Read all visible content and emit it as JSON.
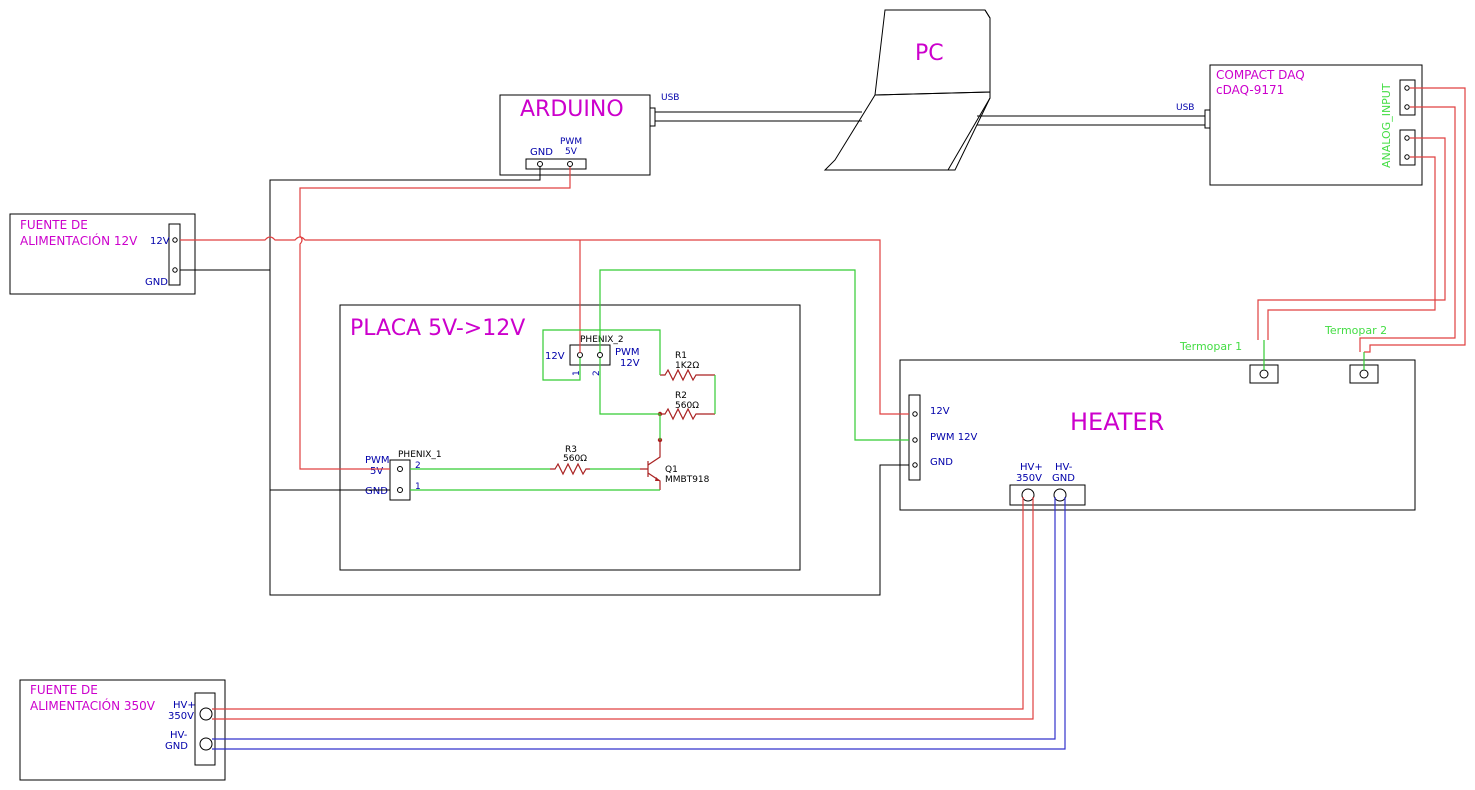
{
  "blocks": {
    "arduino": {
      "title": "ARDUINO",
      "gnd": "GND",
      "pwm": "PWM",
      "v5": "5V",
      "usb": "USB"
    },
    "pc": {
      "title": "PC"
    },
    "daq": {
      "line1": "COMPACT DAQ",
      "line2": "cDAQ-9171",
      "usb": "USB",
      "analog": "ANALOG_INPUT"
    },
    "psu12": {
      "line1": "FUENTE DE",
      "line2": "ALIMENTACIÓN 12V",
      "v12": "12V",
      "gnd": "GND"
    },
    "placa": {
      "title": "PLACA 5V->12V",
      "phenix2": "PHENIX_2",
      "p2_12v": "12V",
      "p2_pwm": "PWM",
      "p2_12": "12V",
      "p2_pin1": "1",
      "p2_pin2": "2",
      "r1": "R1",
      "r1v": "1K2Ω",
      "r2": "R2",
      "r2v": "560Ω",
      "r3": "R3",
      "r3v": "560Ω",
      "q1": "Q1",
      "q1v": "MMBT918",
      "phenix1": "PHENIX_1",
      "p1_pwm": "PWM",
      "p1_5v": "5V",
      "p1_gnd": "GND",
      "p1_pin2": "2",
      "p1_pin1": "1"
    },
    "heater": {
      "title": "HEATER",
      "v12": "12V",
      "pwm12": "PWM 12V",
      "gnd": "GND",
      "hvp": "HV+",
      "hv350": "350V",
      "hvm": "HV-",
      "hvgnd": "GND",
      "tc1": "Termopar 1",
      "tc2": "Termopar 2"
    },
    "psu350": {
      "line1": "FUENTE DE",
      "line2": "ALIMENTACIÓN 350V",
      "hvp": "HV+",
      "v350": "350V",
      "hvm": "HV-",
      "gnd": "GND"
    }
  }
}
